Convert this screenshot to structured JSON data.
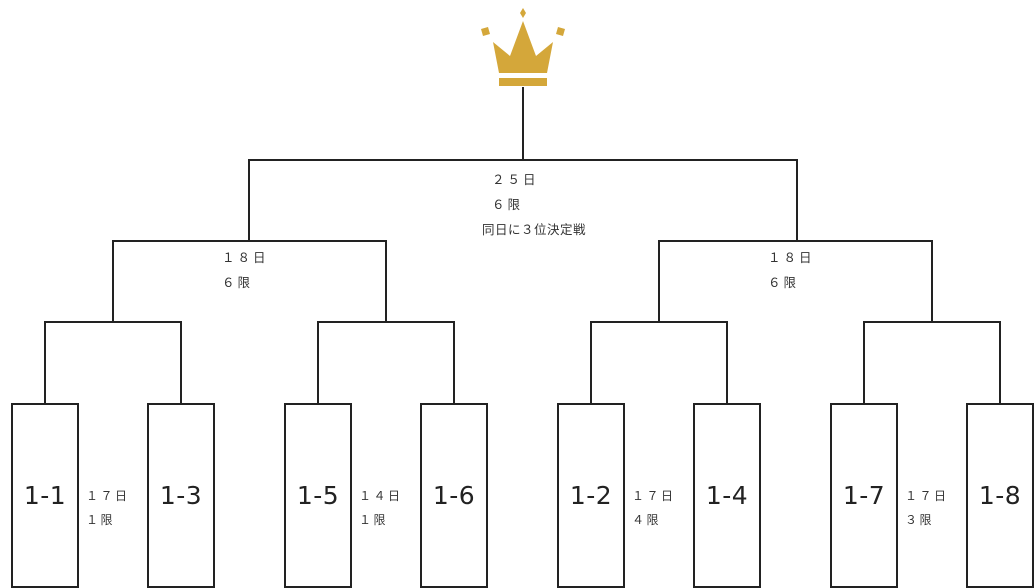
{
  "colors": {
    "line": "#222222",
    "crown": "#d4a73a",
    "text": "#333333"
  },
  "icons": {
    "crown": "crown-icon"
  },
  "final": {
    "day": "２５日",
    "period": "６限",
    "note": "同日に３位決定戦"
  },
  "semifinals": [
    {
      "day": "１８日",
      "period": "６限"
    },
    {
      "day": "１８日",
      "period": "６限"
    }
  ],
  "first_round": [
    {
      "day": "１７日",
      "period": "１限"
    },
    {
      "day": "１４日",
      "period": "１限"
    },
    {
      "day": "１７日",
      "period": "４限"
    },
    {
      "day": "１７日",
      "period": "３限"
    }
  ],
  "teams": [
    "1-1",
    "1-3",
    "1-5",
    "1-6",
    "1-2",
    "1-4",
    "1-7",
    "1-8"
  ]
}
